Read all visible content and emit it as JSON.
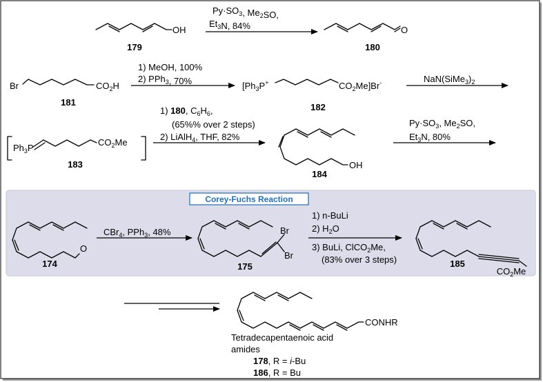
{
  "scheme": {
    "section_title": "Corey-Fuchs Reaction",
    "compounds": {
      "c179": {
        "number": "179",
        "group": "OH"
      },
      "c180": {
        "number": "180",
        "group": "O"
      },
      "c181": {
        "number": "181",
        "left_group": "Br",
        "right_group_main": "CO",
        "right_group_sub": "2",
        "right_group_end": "H"
      },
      "c182": {
        "number": "182"
      },
      "c183": {
        "number": "183"
      },
      "c184": {
        "number": "184",
        "group": "OH"
      },
      "c174": {
        "number": "174",
        "group": "O"
      },
      "c175": {
        "number": "175",
        "br1": "Br",
        "br2": "Br"
      },
      "c185": {
        "number": "185"
      },
      "c178_186": {
        "group": "CONHR",
        "name_line1": "Tetradecapentaenoic acid",
        "name_line2": "amides",
        "n178": "178",
        "r178_pre": ", R = ",
        "r178_val": "i",
        "r178_post": "-Bu",
        "n186": "186",
        "r186": ", R = Bu"
      }
    },
    "conditions": {
      "step1_line1": "Py·SO3, Me2SO,",
      "step1_line2": "Et3N, 84%",
      "step2_line1": "1) MeOH, 100%",
      "step2_line2": "2) PPh3, 70%",
      "step3": "NaN(SiMe3)2",
      "step4_line1_num": "1) ",
      "step4_line1_bold": "180",
      "step4_line1_rest": ", C6H6,",
      "step4_line2": "(65%% over 2 steps)",
      "step4_line3": "2) LiAlH4, THF, 82%",
      "step5_line1": "Py·SO3, Me2SO,",
      "step5_line2": "Et3N, 80%",
      "step6": "CBr4, PPh3, 48%",
      "step7_line1": "1) n-BuLi",
      "step7_line2": "2) H2O",
      "step7_line3": "3) BuLi, ClCO2Me,",
      "step7_line4": "(83% over 3 steps)"
    }
  }
}
